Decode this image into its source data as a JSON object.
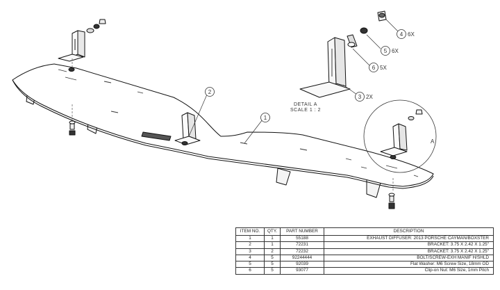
{
  "balloons": {
    "b1": "1",
    "b2": "2",
    "b3": "3",
    "b3_qty": "2X",
    "b4": "4",
    "b4_qty": "6X",
    "b5": "5",
    "b5_qty": "6X",
    "b6": "6",
    "b6_qty": "5X"
  },
  "detail": {
    "title": "DETAIL A",
    "scale": "SCALE 1 : 2",
    "tag": "A"
  },
  "bom": {
    "headers": [
      "ITEM NO.",
      "QTY.",
      "PART NUMBER",
      "DESCRIPTION"
    ],
    "rows": [
      [
        "1",
        "1",
        "55188",
        "EXHAUST DIFFUSER: 2013 PORSCHE CAYMAN/BOXSTER"
      ],
      [
        "2",
        "1",
        "72231",
        "BRACKET: 3.75 X 2.42 X 1.25\""
      ],
      [
        "3",
        "2",
        "72232",
        "BRACKET: 3.75 X 2.42 X 1.25\""
      ],
      [
        "4",
        "5",
        "92244444",
        "BOLT/SCREW-EXH MANIF H/SHLD"
      ],
      [
        "5",
        "5",
        "92039",
        "Flat Washer: M6 Screw Size, 18mm OD"
      ],
      [
        "6",
        "5",
        "93077",
        "Clip-on Nut: M6 Size, 1mm Pitch"
      ]
    ]
  }
}
